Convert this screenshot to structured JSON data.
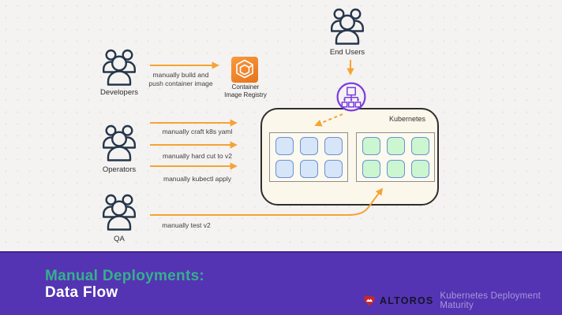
{
  "footer": {
    "title_line1": "Manual Deployments:",
    "title_line2": "Data Flow",
    "brand": "ALTOROS",
    "tagline": "Kubernetes Deployment Maturity"
  },
  "actors": {
    "developers": "Developers",
    "operators": "Operators",
    "qa": "QA",
    "end_users": "End Users"
  },
  "nodes": {
    "registry_label": "Container\nImage Registry",
    "kubernetes_label": "Kubernetes"
  },
  "flows": {
    "build_push": "manually build and\npush container image",
    "craft_yaml": "manually craft k8s yaml",
    "hard_cut": "manually hard cut to v2",
    "kubectl_apply": "manually kubectl apply",
    "test_v2": "manually test v2"
  },
  "deployments": [
    {
      "name": "deployment-v1-pods",
      "pods": 6,
      "pod_fill": "#D6E5F8",
      "pod_border": "#6B91D4"
    },
    {
      "name": "deployment-v2-pods",
      "pods": 6,
      "pod_fill": "#CBF6D0",
      "pod_border": "#6B91D4"
    }
  ],
  "icons": {
    "users": "users-group-icon",
    "registry": "container-registry-icon",
    "load_balancer": "load-balancer-icon",
    "brand": "altoros-shield-icon"
  },
  "colors": {
    "arrow_orange": "#F5A333",
    "people_stroke": "#26364B",
    "footer_bg": "#5434B2",
    "title_accent": "#35B08C",
    "brand_red": "#C8262C",
    "lb_purple": "#7A3BE0",
    "registry_orange": "#EC7A1E",
    "k8s_fill": "#FBF7EA"
  }
}
